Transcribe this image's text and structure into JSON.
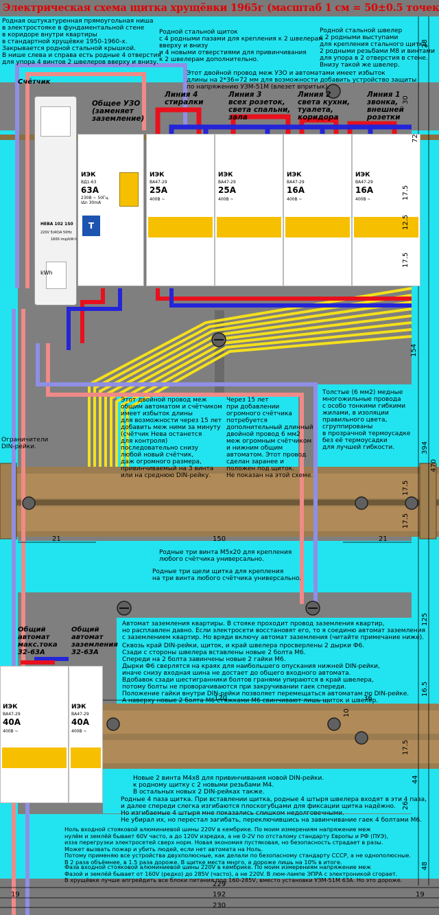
{
  "title": "Электрическая схема щитка хрущёвки 1965г (масштаб 1 см = 50±0.5 точек):",
  "notes": {
    "niche": "Родная оштукатуренная прямоугольная ниша\nв электростояке в фундаментальной стене\nв коридоре внутри квартиры\nв стандартной хрущёвке 1950-1960-х.\nЗакрывается родной стальной крышкой.\nВ нише слева и справа есть родные 4 отверстия\nдля упора 4 винтов 2 швелеров вверху и внизу.",
    "shield": "Родной стальной щиток\nс 4 родными пазами для крепления к 2 швелерам\nвверху и внизу\nи 4 новыми отверстиями для привинчивания\nк 2 швелерам дополнительно.",
    "channel": "Родной стальной швелер\nс 2 родными выступами\nдля крепления стального щитка,\n2 родными резьбами М8 и винтами\nдля упора в 2 отверстия в стене.\nВнизу такой же швелер.",
    "double_wire": "Этот двойной провод меж УЗО и автоматами имеет избыток\nдлины на 2*36=72 мм для возможности добавить устройство защиты\nпо напряжению УЗМ-51М (влезет впритык).",
    "meter_label": "Счётчик",
    "rcd_label": "Общее УЗО\n(заменяет\nзаземление)",
    "line4": "Линия 4\nстиралки",
    "line3": "Линия 3\nвсех розеток,\nсвета спальни,\nзала",
    "line2": "Линия 2\nсвета кухни,\nтуалета,\nкоридора",
    "line1": "Линия 1\nзвонка,\nвнешней\nрозетки",
    "wire_meter": "Этот двойной провод меж\nобщим автоматом и счётчиком\nимеет избыток длины\nдля возможности через 15 лет\nдобавить меж ними за минуту\n(счётчик Нева останется\nдля контроля)\nпоследовательно снизу\nлюбой новый счётчик,\nдаж огромного размера,\nпривинчиваемый на 3 винта\nили на среднюю DIN-рейку.",
    "after15": "Через 15 лет\nпри добавлении\nогромного счётчика\nпотребуется\nдополнительный длинный\nдвойной провод 6 мм2\nмеж огромным счётчиком\nи нижним общим\nавтоматом. Этот провод\nсделан заранее и\nположен под щиток.\nНе показан на этой схеме.",
    "thick_wires": "Толстые (6 мм2) медные\nмногожильные провода\nс особо тонкими гибкими\nжилами, в изоляции\nправильного цвета,\nсгруппированы\nв прозрачной термоусадке\nбез её термоусадки\nдля лучшей гибкости.",
    "din_limiters": "Ограничители\nDIN-рейки.",
    "screws": "Родные три винта  М5х20 для крепления\nлюбого счётчика универсально.",
    "slots": "Родные три щели щитка для крепления\nна три винта любого счётчика универсально.",
    "ground_auto": "Автомат заземления квартиры. В стояке проходит провод заземления квартир,\nно расплавлен давно. Если электросети восстановят его, то я соединю автомат заземления\nс заземлением квартир. Но вряди включу автомат заземления (читайте примечание ниже).",
    "drilling": "Сквозь край DIN-рейки, щиток, и край швелера просверлены 2 дырки Ф6.\nСзади с стороны швелера вставлены новые 2 болта М6.\nСпереди на 2 болта завинчены новые 2 гайки М6.\nДырки Ф6 сверлятся на краях для наибольшего опускания нижней DIN-рейки,\nиначе снизу входная шина не достает до общего входного автомата.\nВдобавок сзади шестигранники болтов гранями упираются в край швелера,\nпотому болты не проворачиваются при закручивании гаек спереди.\nПоложение гайки внутри DIN-рейки позволяет перемещаться автоматам по DIN-рейке.\nА наверху новые 2 болта М6 стяжками М6 свинчивают лишь щиток и швелер.",
    "main_auto_label": "Общий\nавтомат\nмакс.тока\n32-63А",
    "ground_auto_label": "Общий\nавтомат\nзаземления\n32-63А",
    "m4": "Новые 2 винта М4х8 для привинчивания новой DIN-рейки.\nк родному щитку с 2 новыми резьбами М4.\nВ остальных новых 2 DIN-рейках также.",
    "grooves": "Родные 4 паза щитка. При вставлении щитка, родные 4 штыря швелера входят в эти 4 паза,\nи далее спереди слегка изгибаются плоскогубцами для фиксации щитка надёжно.\nНо изгибаемые 4 штыря мне показались слишком недолговечными.\nНе убирал их, но перестал загибать, переключившись на завинчивание гаек 4 болтами М6.",
    "zero_bus": "Ноль входной стояковой алюминиевой шины 220V в кембрике. По моим измерениям напряжение меж\nнулём и землёй бывает 60V часто, а до 120V изредка, а не 0-2V по отсталому стандарту Европы и РФ (ПУЭ),\nизза перегрузки электросетей сверх норм. Новая экономия пустяковая, но безопасность страдает в разы.\nМожет вызвать пожар и убить людей, если нет автомата на Ноль.\nПотому применяю все устройства двухполюсные, как делали по безопасному стандарту СССР, а не однополюсные.\nВ 2 раза объёмнее, в 1.5 раза дороже. В щитке места много, а дороже лишь на 10% в итоге.",
    "phase_bus": "Фаза входной стояковой алюминиевой шины 220V в кембрике. По моим измерениям напряжение меж\nФазой и землёй бывает от 160V (редко) до 285V (часто), а не 220V. В люм-лампе ЭПРА с электроникой сгорает.\nВ хрущёвке лучше апгрейдить все блоки питания под 160-285V, вместо установки УЗМ-51М 63А. Но это дороже."
  },
  "devices": {
    "meter": {
      "brand": "НЕВА 102 1S0",
      "spec": "220V 5(40)A 50Hz",
      "imp": "1600 imp/kW·h",
      "unit": "kWh"
    },
    "rcd": {
      "brand": "ИЭК",
      "model": "ВД1-63",
      "amps": "63A",
      "spec": "230В ~ 50Гц\nIΔn 30mA",
      "test": "T"
    },
    "breakers": [
      {
        "brand": "ИЭК",
        "model": "ВА47-29",
        "amps": "25A",
        "volt": "400В ~"
      },
      {
        "brand": "ИЭК",
        "model": "ВА47-29",
        "amps": "25A",
        "volt": "400В ~"
      },
      {
        "brand": "ИЭК",
        "model": "ВА47-29",
        "amps": "16A",
        "volt": "400В ~"
      },
      {
        "brand": "ИЭК",
        "model": "ВА47-29",
        "amps": "16A",
        "volt": "400В ~"
      }
    ],
    "bottom": [
      {
        "brand": "ИЭК",
        "model": "ВА47-29",
        "amps": "40A",
        "volt": "400В ~"
      },
      {
        "brand": "ИЭК",
        "model": "ВА47-29",
        "amps": "40A",
        "volt": "400В ~"
      }
    ]
  },
  "dims": {
    "r28": "28",
    "r30": "30",
    "r72": "72",
    "r17a": "17.5",
    "r12": "12.5",
    "r17b": "17.5",
    "r154": "154",
    "r394": "394",
    "r470": "470",
    "r17c": "17.5",
    "r17d": "17.5",
    "h21a": "21",
    "h150": "150",
    "h21b": "21",
    "r125": "125",
    "h120": "120",
    "h36": "36",
    "r16": "16.5",
    "r10": "10",
    "r17e": "17.5",
    "r44": "44",
    "r26": "26",
    "r48": "48",
    "b229": "229",
    "b19a": "19",
    "b192": "192",
    "b19b": "19",
    "b230": "230"
  },
  "colors": {
    "cyan": "#22e4f0",
    "red": "#e8101c",
    "blue": "#2424d8",
    "pink": "#f08a88",
    "lavender": "#8f8fe6",
    "yellow": "#f4e01c",
    "breaker_yellow": "#f6c000",
    "gray": "#7a7a7a"
  }
}
